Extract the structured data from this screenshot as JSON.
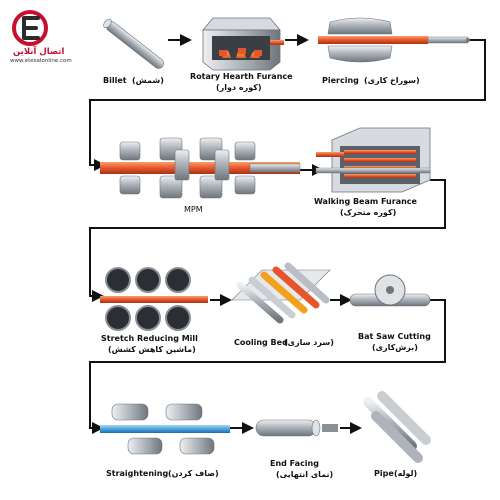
{
  "logo": {
    "name": "اتصال آنلاین",
    "url": "www.etesalonline.com",
    "brand_red": "#c8102e",
    "brand_dark": "#2b2b2b"
  },
  "colors": {
    "flow_line": "#111111",
    "hot_pipe": "#e8552b",
    "steel": "#b9bec4",
    "steel_dark": "#6e757c",
    "blue_pipe": "#4aa3df",
    "flame": "#f2a11f"
  },
  "steps": [
    {
      "id": "billet",
      "label": "Billet",
      "label_fa": "(شمش)"
    },
    {
      "id": "rotary",
      "label": "Rotary Hearth Furance",
      "label_fa": "(کوره دوار)"
    },
    {
      "id": "piercing",
      "label": "Piercing",
      "label_fa": "(سوراخ کاری)"
    },
    {
      "id": "mpm",
      "label": "MPM",
      "label_fa": ""
    },
    {
      "id": "walking",
      "label": "Walking Beam Furance",
      "label_fa": "(کوره متحرک)"
    },
    {
      "id": "stretch",
      "label": "Stretch Reducing Mill",
      "label_fa": "(ماشین کاهش کشش)"
    },
    {
      "id": "cooling",
      "label": "Cooling Bed",
      "label_fa": "(سرد سازی)"
    },
    {
      "id": "saw",
      "label": "Bat Saw Cutting",
      "label_fa": "(برش‌کاری)"
    },
    {
      "id": "straightening",
      "label": "Straightening",
      "label_fa": "(صاف کردن)"
    },
    {
      "id": "facing",
      "label": "End Facing",
      "label_fa": "(نمای انتهایی)"
    },
    {
      "id": "pipe",
      "label": "Pipe",
      "label_fa": "(لوله)"
    }
  ]
}
